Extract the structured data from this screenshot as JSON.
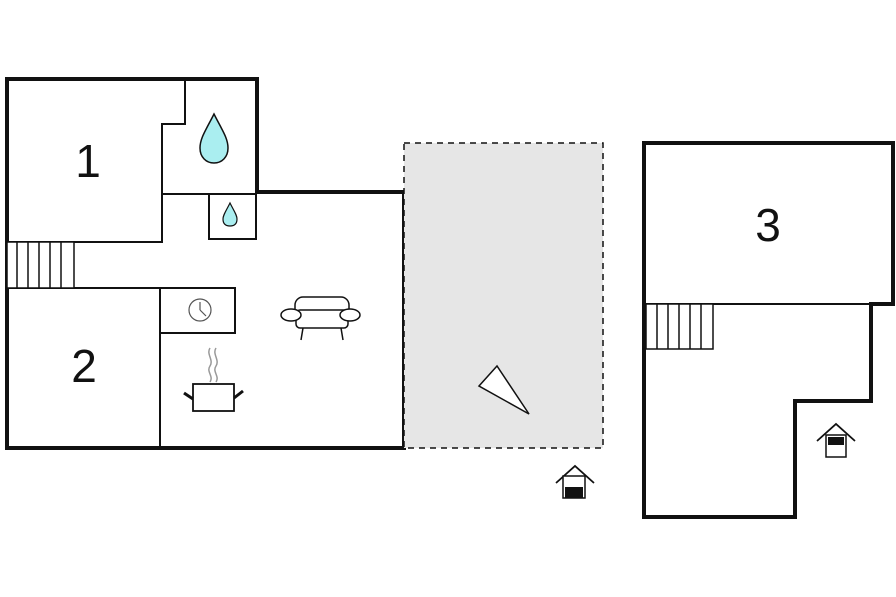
{
  "rooms": [
    {
      "label": "1"
    },
    {
      "label": "2"
    },
    {
      "label": "3"
    }
  ],
  "icons": {
    "shower": "water-drop-icon",
    "sink": "water-drop-icon",
    "dishwasher": "clock-icon",
    "kitchen": "cooking-pot-icon",
    "living": "sofa-icon",
    "terrace": "terrace-arrow-icon",
    "entrance": "house-entrance-icon"
  },
  "colors": {
    "wall": "#111111",
    "terrace_fill": "#e6e6e6",
    "water": "#aaeef0",
    "background": "#ffffff"
  }
}
